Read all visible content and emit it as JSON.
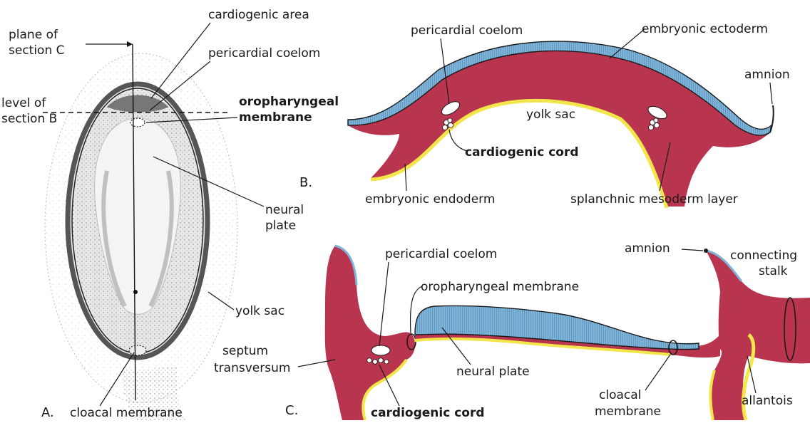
{
  "colors": {
    "mesoderm": "#b8344f",
    "ectoderm": "#7fb4d8",
    "endoderm": "#f3e64a",
    "outline": "#1a1a1a",
    "stipple": "#5a5a5a"
  },
  "panel_a": {
    "letter": "A.",
    "labels": {
      "plane_c_line1": "plane of",
      "plane_c_line2": "section C",
      "level_b_line1": "level of",
      "level_b_line2": "section B",
      "cardiogenic_area": "cardiogenic area",
      "pericardial_coelom": "pericardial coelom",
      "oropharyngeal_line1": "oropharyngeal",
      "oropharyngeal_line2": "membrane",
      "neural_plate_line1": "neural",
      "neural_plate_line2": "plate",
      "yolk_sac": "yolk sac",
      "cloacal_membrane": "cloacal membrane"
    }
  },
  "panel_b": {
    "letter": "B.",
    "labels": {
      "pericardial_coelom": "pericardial coelom",
      "embryonic_ectoderm": "embryonic ectoderm",
      "amnion": "amnion",
      "yolk_sac": "yolk sac",
      "cardiogenic_cord": "cardiogenic cord",
      "embryonic_endoderm": "embryonic endoderm",
      "splanchnic_mesoderm": "splanchnic mesoderm layer"
    }
  },
  "panel_c": {
    "letter": "C.",
    "labels": {
      "pericardial_coelom": "pericardial coelom",
      "oropharyngeal_membrane": "oropharyngeal membrane",
      "amnion": "amnion",
      "connecting_line1": "connecting",
      "connecting_line2": "stalk",
      "septum_line1": "septum",
      "septum_line2": "transversum",
      "neural_plate": "neural plate",
      "cloacal_line1": "cloacal",
      "cloacal_line2": "membrane",
      "allantois": "allantois",
      "cardiogenic_cord": "cardiogenic cord"
    }
  }
}
